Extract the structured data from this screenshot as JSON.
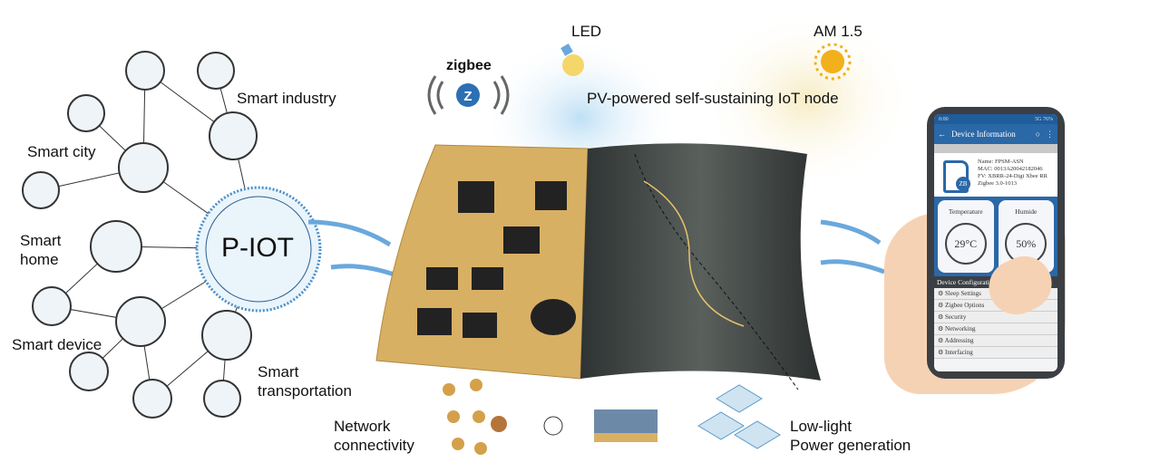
{
  "center_label": "P-IOT",
  "network_labels": {
    "smart_industry": "Smart industry",
    "smart_city": "Smart city",
    "smart_home": "Smart\nhome",
    "smart_device": "Smart device",
    "smart_transportation": "Smart\ntransportation"
  },
  "top_labels": {
    "zigbee": "zigbee",
    "led": "LED",
    "am15": "AM 1.5",
    "node_title": "PV-powered self-sustaining IoT node"
  },
  "bottom_labels": {
    "network": "Network\nconnectivity",
    "power": "Low-light\nPower generation"
  },
  "phone": {
    "status_time": "0:00",
    "status_right": "5G 76%",
    "title": "Device Information",
    "zb_badge": "ZB",
    "info": [
      "Name: FPSM-ASN",
      "MAC: 0013A20042182046",
      "FV: XBRR-24-Digi Xbee RR",
      "Zigbee 3.0-1013"
    ],
    "temperature_label": "Temperature",
    "temperature_value": "29°C",
    "humidity_label": "Humide",
    "humidity_value": "50%",
    "config_header": "Device Configuration",
    "config_items": [
      "Sleep Settings",
      "Zigbee Options",
      "Security",
      "Networking",
      "Addressing",
      "Interfacing"
    ]
  },
  "colors": {
    "accent": "#2a68a8",
    "gold": "#d8b064",
    "sheet_dark": "#3a3f3f"
  }
}
